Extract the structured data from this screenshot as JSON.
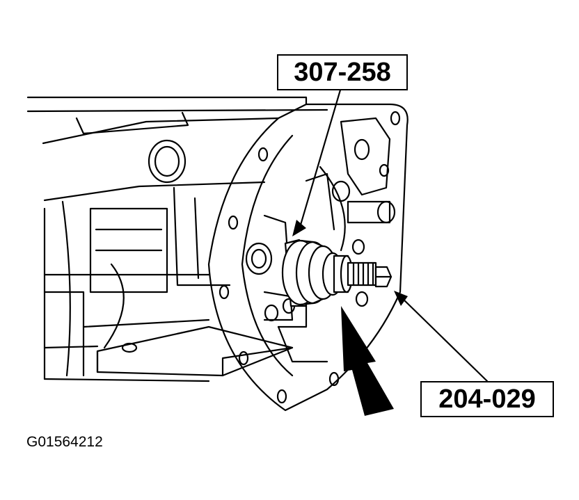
{
  "callouts": {
    "tool_top": "307-258",
    "tool_bottom": "204-029"
  },
  "figure_id": "G01564212",
  "colors": {
    "line": "#000000",
    "background": "#ffffff"
  }
}
